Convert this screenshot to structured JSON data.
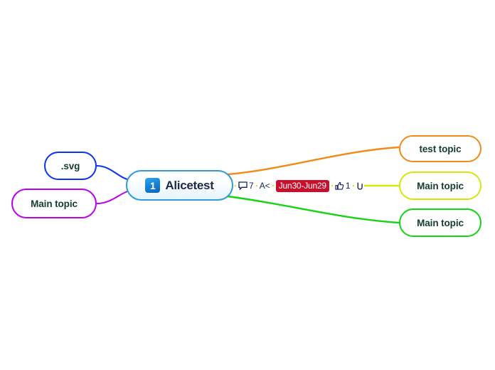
{
  "app": {
    "type": "mind-map",
    "background": "#ffffff"
  },
  "central_node": {
    "badge": "1",
    "badge_icon_name": "number-one-badge-icon",
    "label": "Alicetest",
    "border_color": "#2f9bd8",
    "text_color": "#1b2a4a"
  },
  "icon_strip": {
    "comment": {
      "icon": "comment-bubble-icon",
      "count": "7"
    },
    "font_style": {
      "icon": "font-style-icon",
      "label": "A<"
    },
    "date_badge": {
      "label": "Jun30-Jun29",
      "background": "#c8102e",
      "text_color": "#ffffff"
    },
    "like": {
      "icon": "thumbs-up-icon",
      "count": "1"
    },
    "hook": {
      "icon": "hook-attachment-icon"
    }
  },
  "nodes": [
    {
      "id": "svg",
      "label": ".svg",
      "border_color": "#0a32f0",
      "text_color": "#143d2b",
      "side": "left"
    },
    {
      "id": "left-main",
      "label": "Main topic",
      "border_color": "#bb00ee",
      "text_color": "#143d2b",
      "side": "left"
    },
    {
      "id": "test-topic",
      "label": "test topic",
      "border_color": "#f08a1a",
      "text_color": "#143d2b",
      "side": "right"
    },
    {
      "id": "right-main",
      "label": "Main topic",
      "border_color": "#d2e80c",
      "text_color": "#143d2b",
      "side": "right"
    },
    {
      "id": "bottom-main",
      "label": "Main topic",
      "border_color": "#14d414",
      "text_color": "#143d2b",
      "side": "right"
    }
  ],
  "edges": [
    {
      "id": "edge-svg",
      "color": "#0a32f0"
    },
    {
      "id": "edge-left-main",
      "color": "#bb00ee"
    },
    {
      "id": "edge-test-topic",
      "color": "#f08a1a"
    },
    {
      "id": "edge-right-main",
      "color": "#d2e80c"
    },
    {
      "id": "edge-bottom-main",
      "color": "#14d414"
    }
  ]
}
